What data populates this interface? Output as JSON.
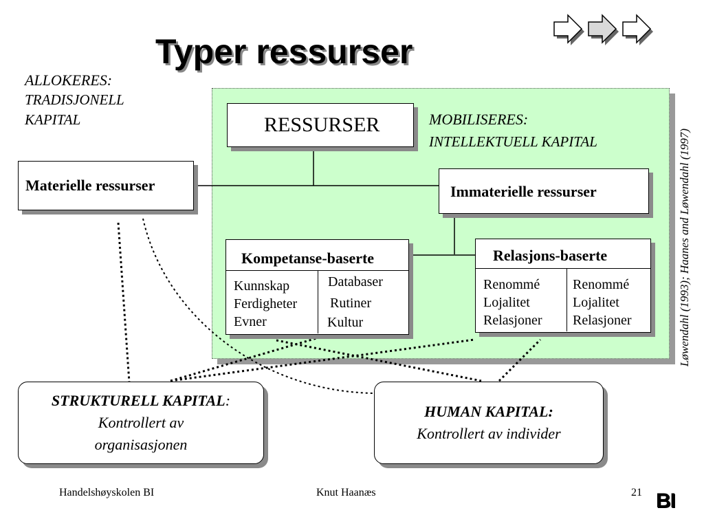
{
  "slide": {
    "title": "Typer ressurser",
    "allokeres": {
      "heading": "ALLOKERES:",
      "line1": "TRADISJONELL",
      "line2": "KAPITAL"
    },
    "mobiliseres": {
      "heading": "MOBILISERES:",
      "line1": "INTELLEKTUELL KAPITAL"
    },
    "ressurser_label": "RESSURSER",
    "materielle_label": "Materielle ressurser",
    "immaterielle_label": "Immaterielle ressurser",
    "kompetanse": {
      "title": "Kompetanse-baserte",
      "left": [
        "Kunnskap",
        "Ferdigheter",
        "Evner"
      ],
      "right": [
        "Databaser",
        "Rutiner",
        "Kultur"
      ]
    },
    "relasjons": {
      "title": "Relasjons-baserte",
      "left": [
        "Renommé",
        "Lojalitet",
        "Relasjoner"
      ],
      "right": [
        "Renommé",
        "Lojalitet",
        "Relasjoner"
      ]
    },
    "strukturell": {
      "heading": "STRUKTURELL KAPITAL",
      "colon": ":",
      "line1": "Kontrollert av",
      "line2": "organisasjonen"
    },
    "human": {
      "heading": "HUMAN KAPITAL:",
      "line1": "Kontrollert av individer"
    },
    "source": "Løwendahl (1993); Haanes and Løwendahl (1997)"
  },
  "footer": {
    "school": "Handelshøyskolen BI",
    "author": "Knut Haanæs",
    "page": "21",
    "logo": "BI"
  },
  "nav_icons": [
    "arrow-right-icon",
    "arrow-right-icon",
    "arrow-right-icon"
  ],
  "colors": {
    "green_area": "#ccffcc",
    "shadow": "#8a8a8a"
  }
}
